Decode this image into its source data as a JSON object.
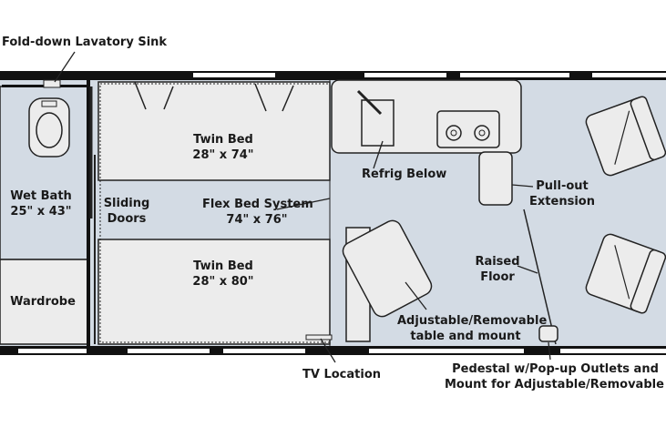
{
  "labels": {
    "lavatory_sink": "Fold-down Lavatory Sink",
    "wet_bath_l1": "Wet Bath",
    "wet_bath_l2": "25\" x 43\"",
    "wardrobe": "Wardrobe",
    "sliding_doors_l1": "Sliding",
    "sliding_doors_l2": "Doors",
    "twin_bed_top_l1": "Twin Bed",
    "twin_bed_top_l2": "28\" x 74\"",
    "flex_bed_l1": "Flex Bed System",
    "flex_bed_l2": "74\" x 76\"",
    "twin_bed_bottom_l1": "Twin Bed",
    "twin_bed_bottom_l2": "28\" x 80\"",
    "refrig": "Refrig Below",
    "pullout_l1": "Pull-out",
    "pullout_l2": "Extension",
    "raised_floor_l1": "Raised",
    "raised_floor_l2": "Floor",
    "table_l1": "Adjustable/Removable",
    "table_l2": "table and mount",
    "tv": "TV Location",
    "pedestal_l1": "Pedestal w/Pop-up Outlets and",
    "pedestal_l2": "Mount for Adjustable/Removable Table"
  },
  "colors": {
    "floor": "#d3dbe4",
    "furniture": "#ececec",
    "outline": "#222222",
    "wall": "#111111"
  }
}
